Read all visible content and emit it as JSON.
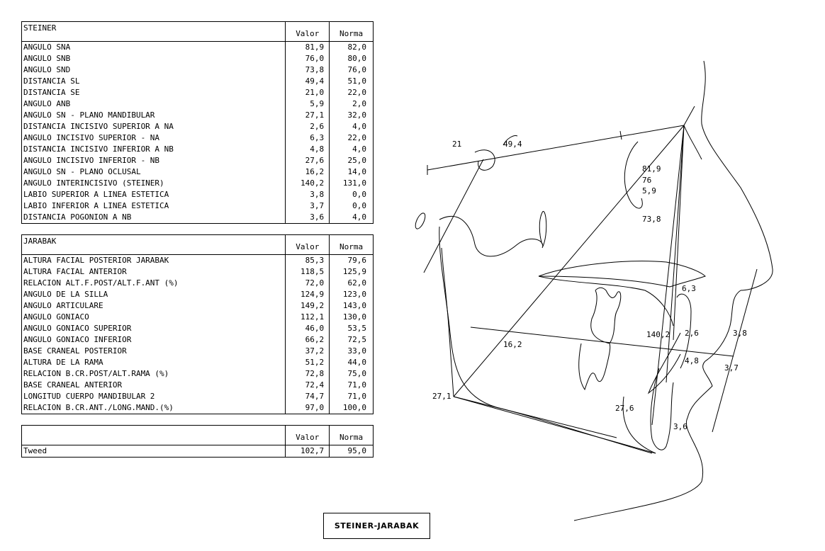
{
  "steiner": {
    "title": "STEINER",
    "col_value": "Valor",
    "col_norm": "Norma",
    "rows": [
      {
        "name": "ANGULO SNA",
        "value": "81,9",
        "norm": "82,0"
      },
      {
        "name": "ANGULO SNB",
        "value": "76,0",
        "norm": "80,0"
      },
      {
        "name": "ANGULO SND",
        "value": "73,8",
        "norm": "76,0"
      },
      {
        "name": "DISTANCIA SL",
        "value": "49,4",
        "norm": "51,0"
      },
      {
        "name": "DISTANCIA SE",
        "value": "21,0",
        "norm": "22,0"
      },
      {
        "name": "ANGULO ANB",
        "value": "5,9",
        "norm": "2,0"
      },
      {
        "name": "ANGULO SN - PLANO MANDIBULAR",
        "value": "27,1",
        "norm": "32,0"
      },
      {
        "name": "DISTANCIA INCISIVO SUPERIOR A NA",
        "value": "2,6",
        "norm": "4,0"
      },
      {
        "name": "ANGULO INCISIVO SUPERIOR - NA",
        "value": "6,3",
        "norm": "22,0"
      },
      {
        "name": "DISTANCIA INCISIVO INFERIOR A NB",
        "value": "4,8",
        "norm": "4,0"
      },
      {
        "name": "ANGULO INCISIVO INFERIOR - NB",
        "value": "27,6",
        "norm": "25,0"
      },
      {
        "name": "ANGULO SN - PLANO OCLUSAL",
        "value": "16,2",
        "norm": "14,0"
      },
      {
        "name": "ANGULO INTERINCISIVO (STEINER)",
        "value": "140,2",
        "norm": "131,0"
      },
      {
        "name": "LABIO SUPERIOR A LINEA ESTETICA",
        "value": "3,8",
        "norm": "0,0"
      },
      {
        "name": "LABIO INFERIOR A LINEA ESTETICA",
        "value": "3,7",
        "norm": "0,0"
      },
      {
        "name": "DISTANCIA POGONION A NB",
        "value": "3,6",
        "norm": "4,0"
      }
    ]
  },
  "jarabak": {
    "title": "JARABAK",
    "col_value": "Valor",
    "col_norm": "Norma",
    "rows": [
      {
        "name": "ALTURA FACIAL POSTERIOR JARABAK",
        "value": "85,3",
        "norm": "79,6"
      },
      {
        "name": "ALTURA FACIAL ANTERIOR",
        "value": "118,5",
        "norm": "125,9"
      },
      {
        "name": "RELACION ALT.F.POST/ALT.F.ANT (%)",
        "value": "72,0",
        "norm": "62,0"
      },
      {
        "name": "ANGULO DE LA SILLA",
        "value": "124,9",
        "norm": "123,0"
      },
      {
        "name": "ANGULO ARTICULARE",
        "value": "149,2",
        "norm": "143,0"
      },
      {
        "name": "ANGULO GONIACO",
        "value": "112,1",
        "norm": "130,0"
      },
      {
        "name": "ANGULO GONIACO SUPERIOR",
        "value": "46,0",
        "norm": "53,5"
      },
      {
        "name": "ANGULO GONIACO INFERIOR",
        "value": "66,2",
        "norm": "72,5"
      },
      {
        "name": "BASE CRANEAL POSTERIOR",
        "value": "37,2",
        "norm": "33,0"
      },
      {
        "name": "ALTURA DE LA RAMA",
        "value": "51,2",
        "norm": "44,0"
      },
      {
        "name": "RELACION B.CR.POST/ALT.RAMA (%)",
        "value": "72,8",
        "norm": "75,0"
      },
      {
        "name": "BASE CRANEAL ANTERIOR",
        "value": "72,4",
        "norm": "71,0"
      },
      {
        "name": "LONGITUD CUERPO MANDIBULAR 2",
        "value": "74,7",
        "norm": "71,0"
      },
      {
        "name": "RELACION B.CR.ANT./LONG.MAND.(%)",
        "value": "97,0",
        "norm": "100,0"
      }
    ]
  },
  "tweed": {
    "title": "",
    "col_value": "Valor",
    "col_norm": "Norma",
    "rows": [
      {
        "name": "Tweed",
        "value": "102,7",
        "norm": "95,0"
      }
    ]
  },
  "tracing_labels": {
    "se": "21",
    "sl": "49,4",
    "sna": "81,9",
    "snb": "76",
    "anb": "5,9",
    "snd": "73,8",
    "occlusal": "16,2",
    "upper_incisor_angle": "6,3",
    "interincisal": "140,2",
    "upper_incisor_dist": "2,6",
    "upper_lip": "3,8",
    "lower_incisor_dist": "4,8",
    "lower_lip": "3,7",
    "mandibular_plane": "27,1",
    "lower_incisor_angle": "27,6",
    "pogonion": "3,6"
  },
  "footer": {
    "label": "STEINER-JARABAK"
  }
}
